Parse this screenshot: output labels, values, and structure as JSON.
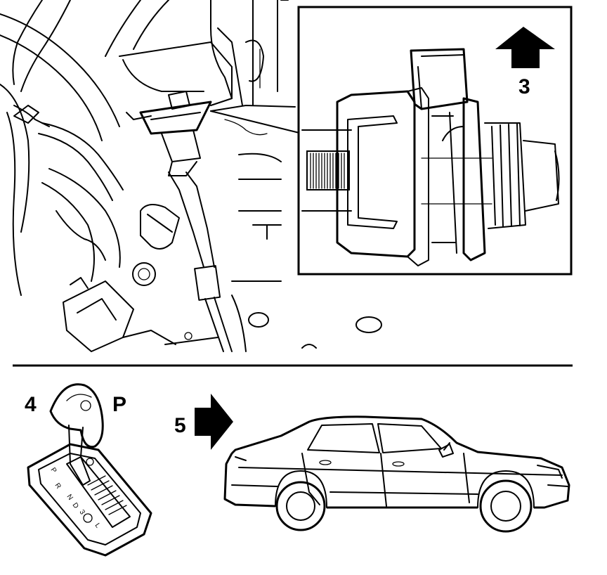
{
  "callouts": {
    "step3": "3",
    "step4": "4",
    "step5": "5",
    "park": "P"
  },
  "gear_positions": [
    "P",
    "R",
    "N",
    "D",
    "3",
    "L"
  ],
  "colors": {
    "line": "#000000",
    "background": "#ffffff"
  }
}
